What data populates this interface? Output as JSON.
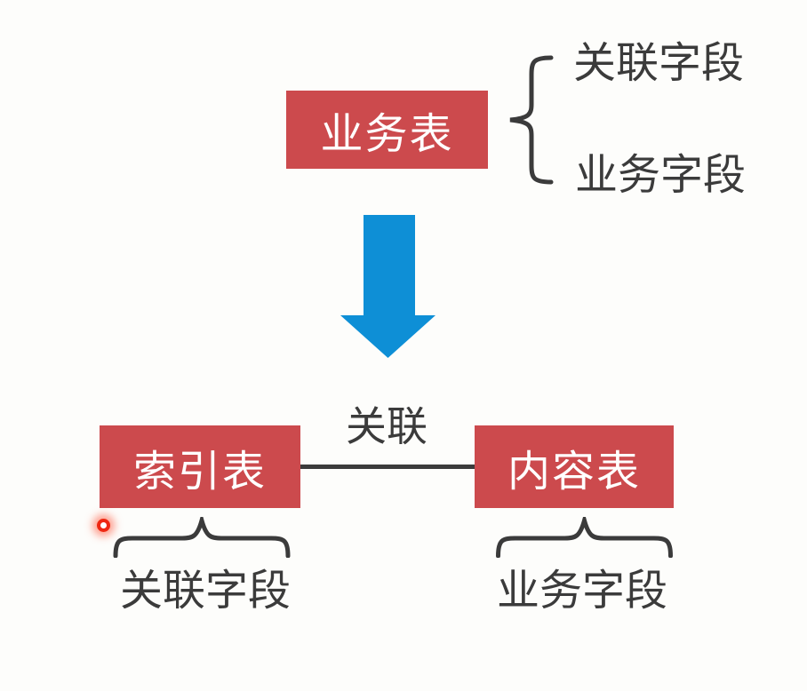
{
  "colors": {
    "background": "#fdfdfb",
    "box_red": "#cc4a4d",
    "arrow_blue": "#0e8fd6",
    "text_dark": "#3b3b3b",
    "laser_red": "#ee2813"
  },
  "top": {
    "box_label": "业务表",
    "field_top": "关联字段",
    "field_bottom": "业务字段"
  },
  "bottom": {
    "relation_label": "关联",
    "left_box_label": "索引表",
    "right_box_label": "内容表",
    "left_field_label": "关联字段",
    "right_field_label": "业务字段"
  }
}
